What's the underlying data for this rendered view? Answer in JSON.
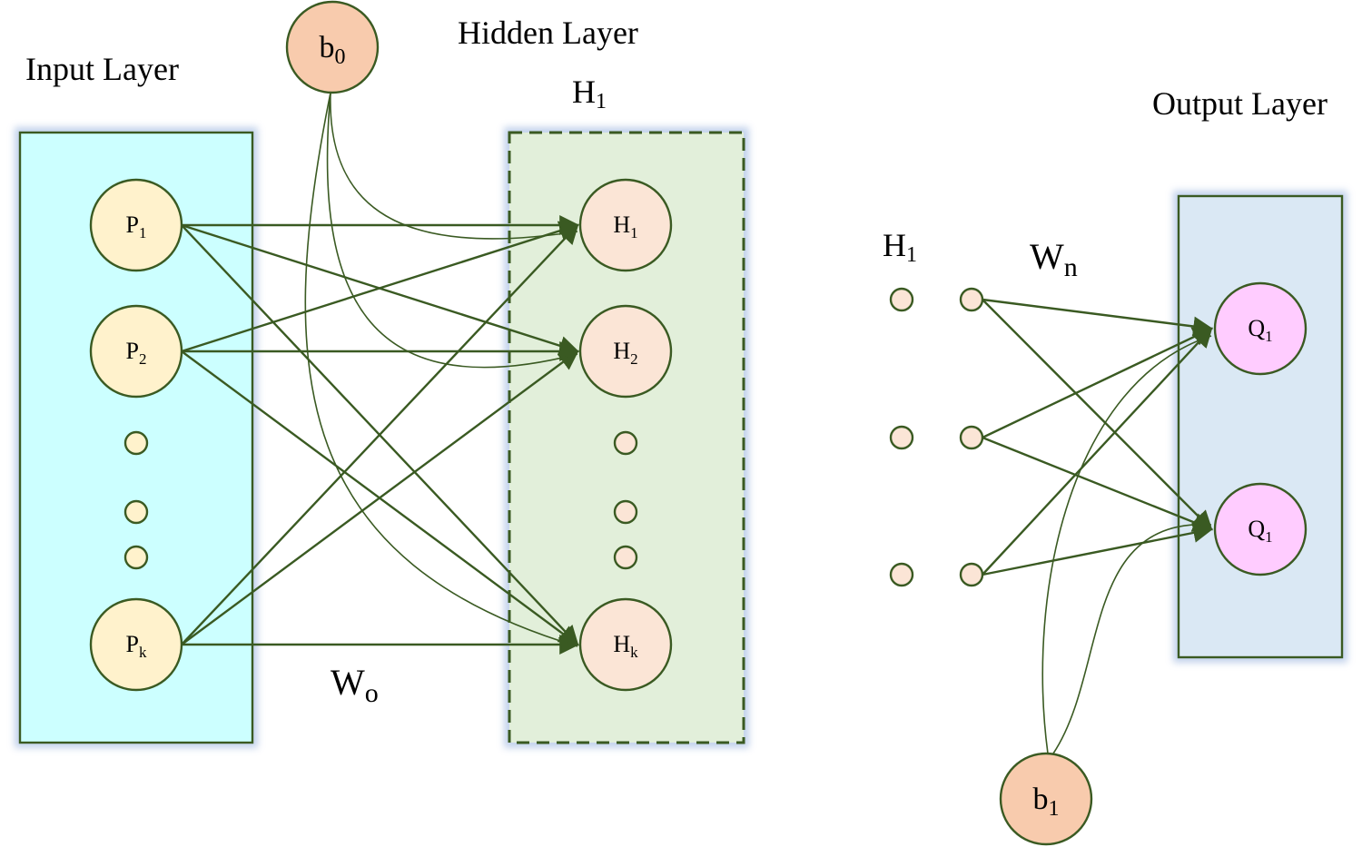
{
  "labels": {
    "input_layer": "Input Layer",
    "hidden_layer": "Hidden Layer",
    "hidden_sub": {
      "base": "H",
      "sub": "1"
    },
    "output_layer": "Output Layer",
    "right_hidden": {
      "base": "H",
      "sub": "1"
    },
    "weight_in": {
      "base": "W",
      "sub": "o"
    },
    "weight_out": {
      "base": "W",
      "sub": "n"
    }
  },
  "bias_nodes": {
    "b0": {
      "base": "b",
      "sub": "0"
    },
    "b1": {
      "base": "b",
      "sub": "1"
    }
  },
  "input_nodes": [
    {
      "base": "P",
      "sub": "1"
    },
    {
      "base": "P",
      "sub": "2"
    },
    {
      "base": "P",
      "sub": "k"
    }
  ],
  "hidden_nodes": [
    {
      "base": "H",
      "sub": "1"
    },
    {
      "base": "H",
      "sub": "2"
    },
    {
      "base": "H",
      "sub": "k"
    }
  ],
  "output_nodes": [
    {
      "base": "Q",
      "sub": "1"
    },
    {
      "base": "Q",
      "sub": "1"
    }
  ],
  "colors": {
    "input_box": "#ccffff",
    "hidden_box": "#e2efda",
    "output_box": "#dae8f4",
    "box_glow": "#b4c7e7",
    "box_stroke": "#3a5a22",
    "input_node": "#fff2cc",
    "hidden_node": "#fbe5d6",
    "output_node": "#ffccff",
    "bias_node": "#f8cbad",
    "edge": "#3a5a22"
  }
}
